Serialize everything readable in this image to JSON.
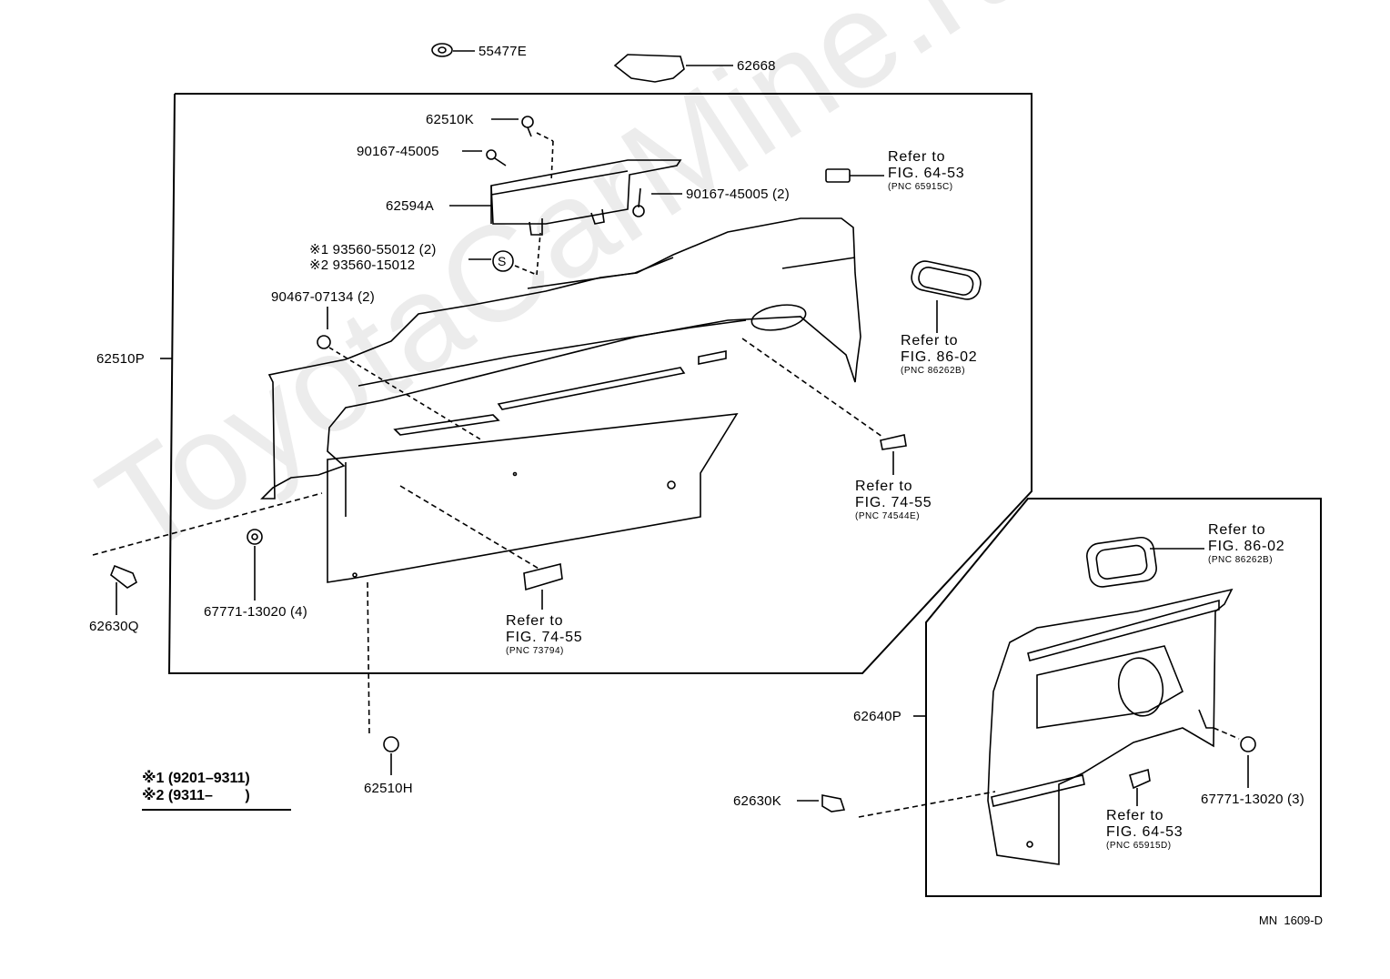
{
  "parts": {
    "p55477e": "55477E",
    "p62668": "62668",
    "p62510k": "62510K",
    "p90167_a": "90167-45005",
    "p62594a": "62594A",
    "p90167_b": "90167-45005 (2)",
    "p93560_1": "※1 93560-55012 (2)",
    "p93560_2": "※2 93560-15012",
    "p90467": "90467-07134 (2)",
    "p62510p": "62510P",
    "p62630q": "62630Q",
    "p67771_a": "67771-13020 (4)",
    "p62510h": "62510H",
    "p62640p": "62640P",
    "p62630k": "62630K",
    "p67771_b": "67771-13020 (3)"
  },
  "clip_symbol": "S",
  "refs": {
    "r6453a": {
      "refer": "Refer to",
      "fig": "FIG. 64-53",
      "pnc": "(PNC 65915C)"
    },
    "r8602a": {
      "refer": "Refer to",
      "fig": "FIG. 86-02",
      "pnc": "(PNC 86262B)"
    },
    "r7455a": {
      "refer": "Refer to",
      "fig": "FIG. 74-55",
      "pnc": "(PNC 74544E)"
    },
    "r7455b": {
      "refer": "Refer to",
      "fig": "FIG. 74-55",
      "pnc": "(PNC 73794)"
    },
    "r8602b": {
      "refer": "Refer to",
      "fig": "FIG. 86-02",
      "pnc": "(PNC 86262B)"
    },
    "r6453b": {
      "refer": "Refer to",
      "fig": "FIG. 64-53",
      "pnc": "(PNC 65915D)"
    }
  },
  "legend": {
    "line1": "※1 (9201–9311)",
    "line2": "※2 (9311–        )"
  },
  "drawing_code": "MN  1609-D",
  "watermark": "ToyotaCarMine.ru"
}
